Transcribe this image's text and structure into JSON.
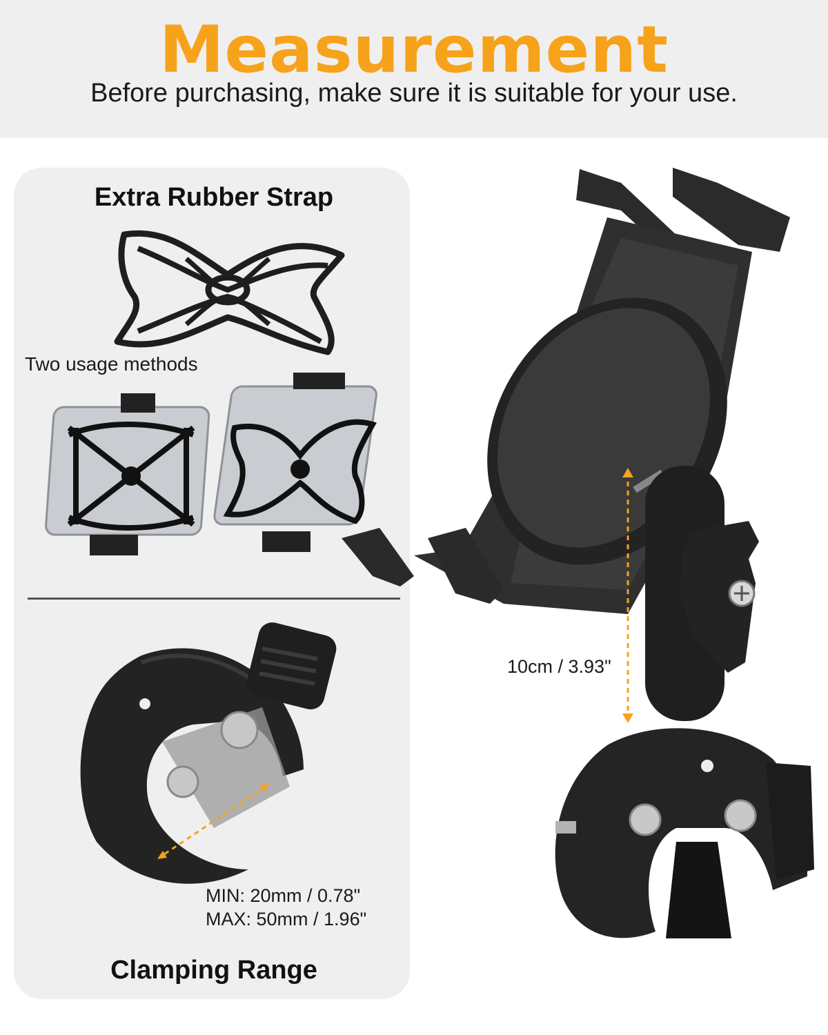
{
  "header": {
    "title": "Measurement",
    "subtitle": "Before purchasing, make sure it is suitable for your use."
  },
  "strap": {
    "heading": "Extra Rubber Strap",
    "usage_label": "Two usage methods"
  },
  "clamp": {
    "min": "MIN: 20mm / 0.78\"",
    "max": "MAX: 50mm / 1.96\"",
    "heading": "Clamping Range"
  },
  "arm": {
    "length": "10cm / 3.93\""
  },
  "colors": {
    "accent": "#f7a21b",
    "panel": "#efefef",
    "product": "#262626"
  }
}
